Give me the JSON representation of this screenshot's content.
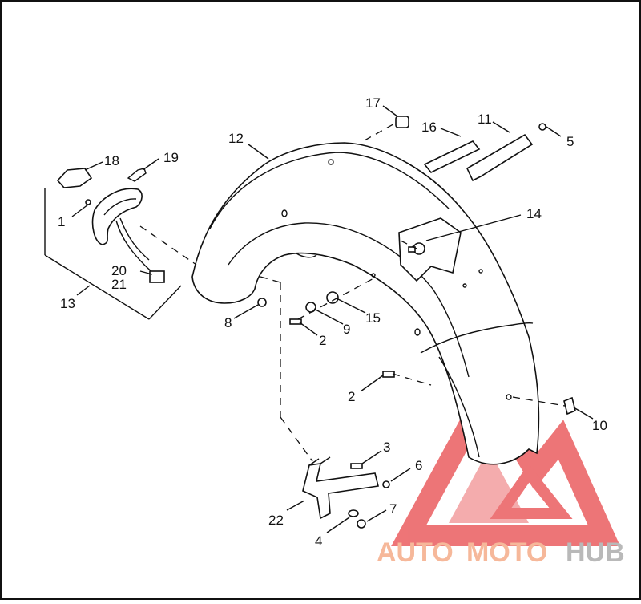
{
  "diagram": {
    "callouts": [
      "1",
      "2",
      "2",
      "3",
      "4",
      "5",
      "6",
      "7",
      "8",
      "9",
      "10",
      "11",
      "12",
      "13",
      "14",
      "15",
      "16",
      "17",
      "18",
      "19",
      "20",
      "21",
      "22"
    ]
  },
  "watermark": {
    "part1": "AUTO",
    "part2": "MOTO",
    "part3": "HUB",
    "color_logo": "#e8474a",
    "color_text": "#f6b89a",
    "color_hub": "#b9b9b9"
  }
}
